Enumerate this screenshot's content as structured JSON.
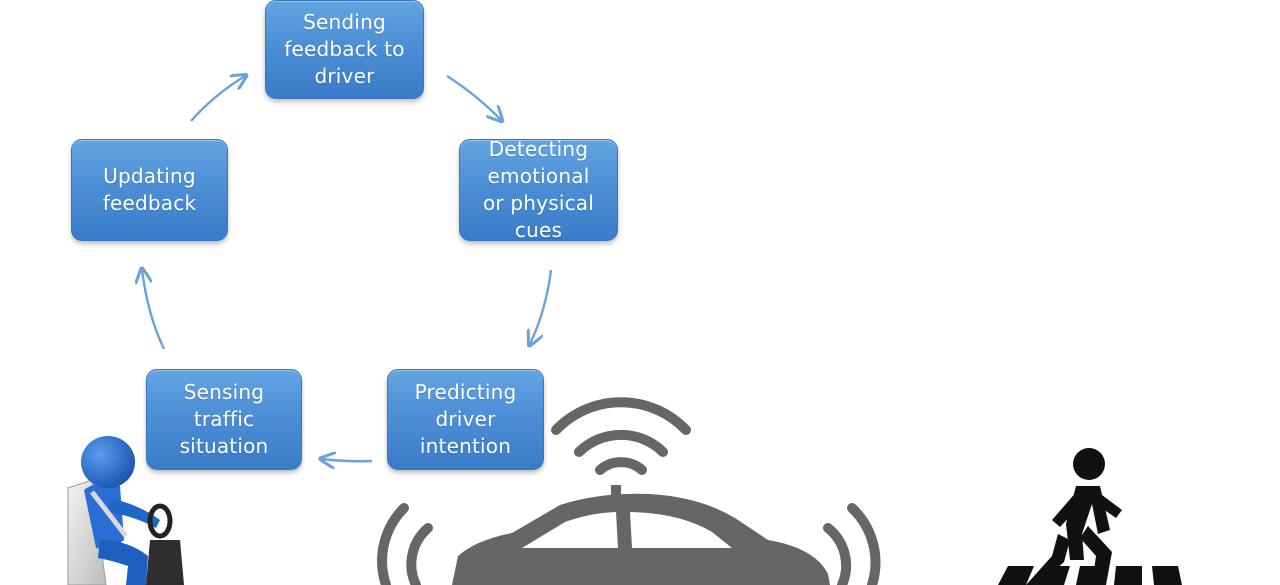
{
  "diagram": {
    "nodes": {
      "sending": "Sending\nfeedback to\ndriver",
      "detecting": "Detecting\nemotional\nor physical\ncues",
      "predicting": "Predicting\ndriver\nintention",
      "sensing": "Sensing\ntraffic\nsituation",
      "updating": "Updating\nfeedback"
    },
    "edges": [
      {
        "from": "sending",
        "to": "detecting"
      },
      {
        "from": "detecting",
        "to": "predicting"
      },
      {
        "from": "predicting",
        "to": "sensing"
      },
      {
        "from": "sensing",
        "to": "updating"
      },
      {
        "from": "updating",
        "to": "sending"
      }
    ],
    "colors": {
      "node_fill": "#4d8fd6",
      "arrow": "#6aa3d8",
      "icon_gray": "#666666",
      "driver_blue": "#1f63c6"
    },
    "icons": [
      "driver-icon",
      "car-icon",
      "wireless-signal-icon",
      "pedestrian-icon",
      "crosswalk-icon"
    ]
  }
}
